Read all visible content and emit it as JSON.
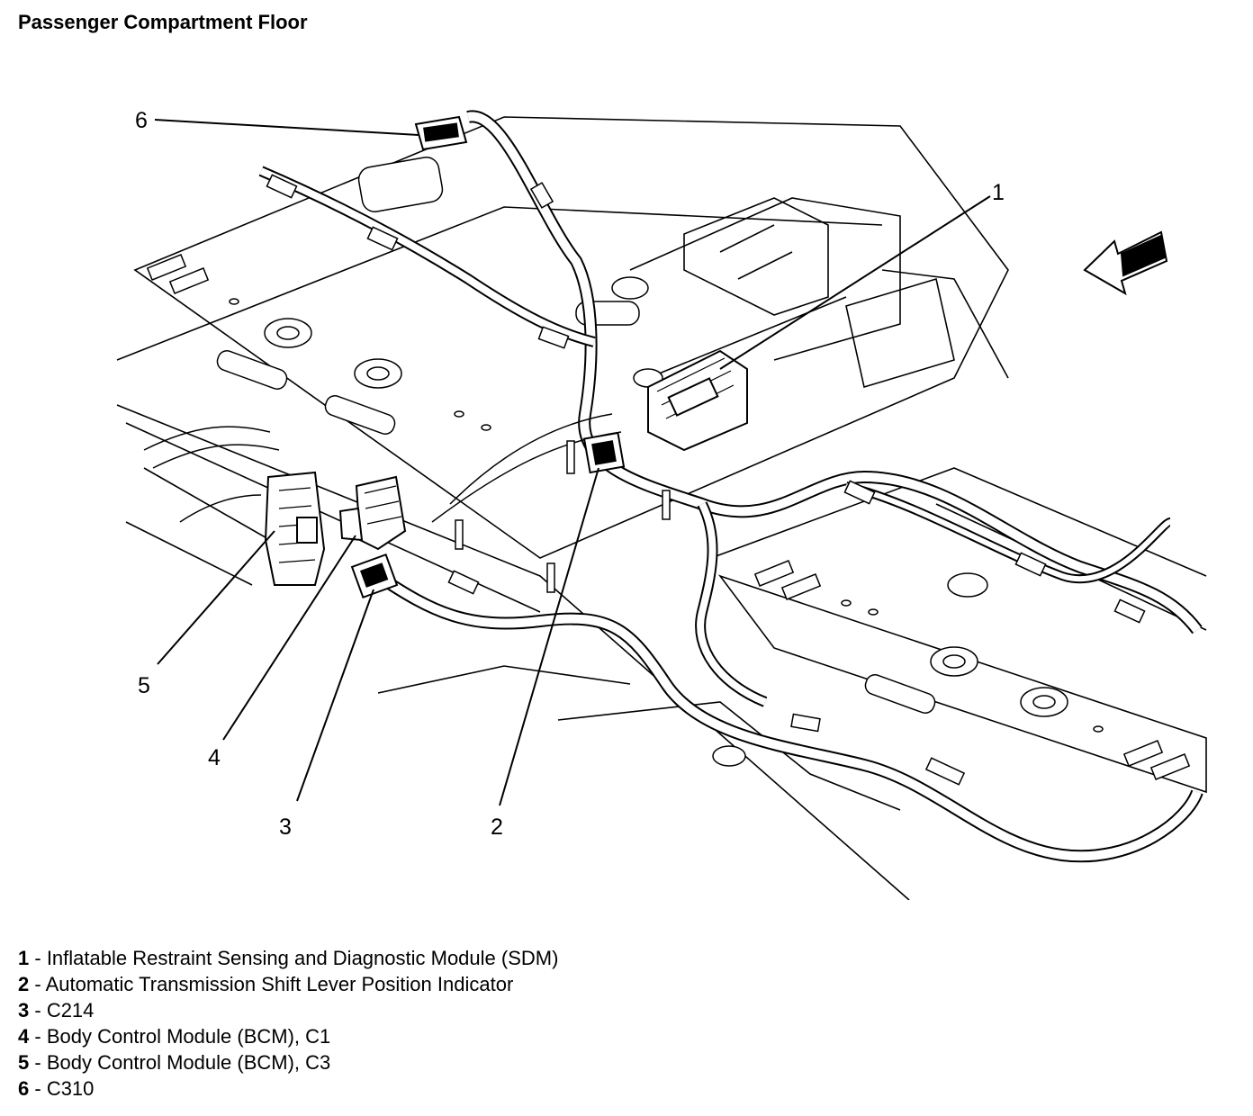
{
  "title": "Passenger Compartment Floor",
  "callouts": [
    {
      "num": "1",
      "label": "Inflatable Restraint Sensing and Diagnostic Module (SDM)"
    },
    {
      "num": "2",
      "label": "Automatic Transmission Shift Lever Position Indicator"
    },
    {
      "num": "3",
      "label": "C214"
    },
    {
      "num": "4",
      "label": "Body Control Module (BCM), C1"
    },
    {
      "num": "5",
      "label": "Body Control Module (BCM), C3"
    },
    {
      "num": "6",
      "label": "C310"
    }
  ],
  "separator": " - "
}
